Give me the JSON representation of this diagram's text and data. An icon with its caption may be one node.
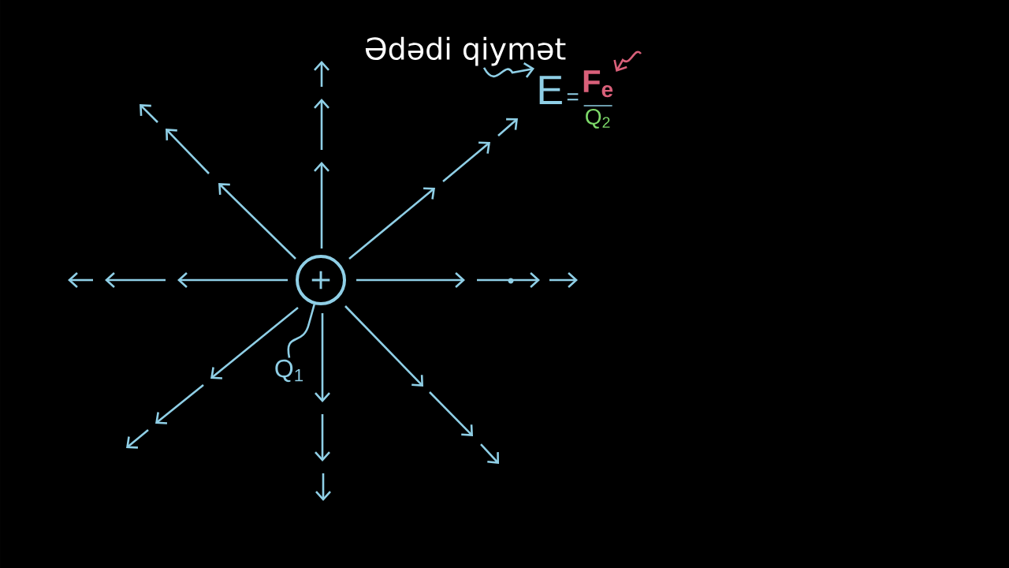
{
  "diagram": {
    "nodes": [
      {
        "text": [
          "Ədədi qiymət"
        ]
      },
      {
        "text": [
          "E",
          "=",
          "F$_{e}$",
          "Q$_{2}$"
        ]
      },
      {
        "text": [
          "+"
        ]
      },
      {
        "text": [
          "Q$_{1}$"
        ]
      }
    ],
    "edges": [
      {
        "from": 0,
        "to": 1,
        "arrow": "to"
      },
      {
        "from": null,
        "to": 1,
        "arrow": "to",
        "color": "#d9607a"
      },
      {
        "from": 3,
        "to": 2,
        "arrow": "none"
      }
    ]
  }
}
